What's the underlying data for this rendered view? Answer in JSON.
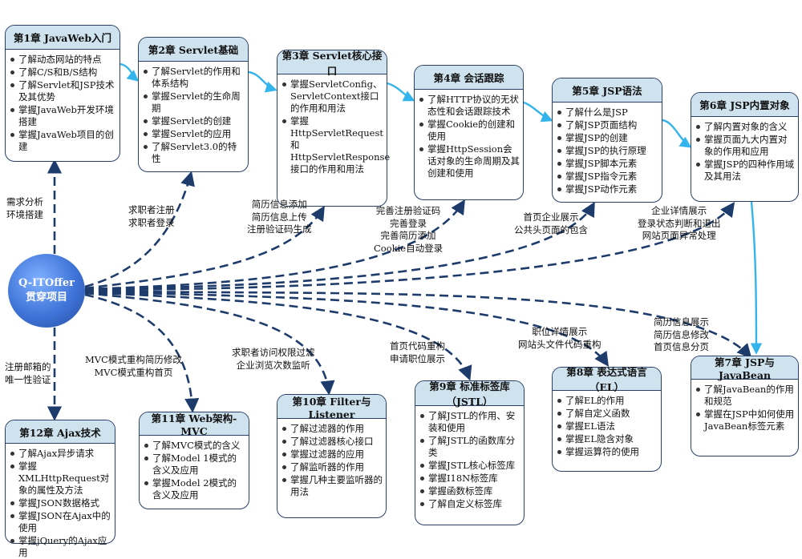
{
  "hub": {
    "line1": "Q-ITOffer",
    "line2": "贯穿项目"
  },
  "chapters": [
    {
      "title": "第1章  JavaWeb入门",
      "items": [
        "了解动态网站的特点",
        "了解C/S和B/S结构",
        "了解Servlet和JSP技术及其优势",
        "掌握JavaWeb开发环境搭建",
        "掌握JavaWeb项目的创建"
      ]
    },
    {
      "title": "第2章  Servlet基础",
      "items": [
        "了解Servlet的作用和体系结构",
        "掌握Servlet的生命周期",
        "掌握Servlet的创建",
        "掌握Servlet的应用",
        "了解Servlet3.0的特性"
      ]
    },
    {
      "title": "第3章  Servlet核心接口",
      "items": [
        "掌握ServletConfig、ServletContext接口的作用和用法",
        "掌握HttpServletRequest和HttpServletResponse接口的作用和用法"
      ]
    },
    {
      "title": "第4章  会话跟踪",
      "items": [
        "了解HTTP协议的无状态性和会话跟踪技术",
        "掌握Cookie的创建和使用",
        "掌握HttpSession会话对象的生命周期及其创建和使用"
      ]
    },
    {
      "title": "第5章  JSP语法",
      "items": [
        "了解什么是JSP",
        "了解JSP页面结构",
        "掌握JSP的创建",
        "掌握JSP的执行原理",
        "掌握JSP脚本元素",
        "掌握JSP指令元素",
        "掌握JSP动作元素"
      ]
    },
    {
      "title": "第6章  JSP内置对象",
      "items": [
        "了解内置对象的含义",
        "掌握页面九大内置对象的作用和应用",
        "掌握JSP的四种作用域及其用法"
      ]
    },
    {
      "title": "第7章  JSP与JavaBean",
      "items": [
        "了解JavaBean的作用和规范",
        "掌握在JSP中如何使用JavaBean标签元素"
      ]
    },
    {
      "title": "第8章  表达式语言（EL）",
      "items": [
        "了解EL的作用",
        "了解自定义函数",
        "掌握EL语法",
        "掌握EL隐含对象",
        "掌握运算符的使用"
      ]
    },
    {
      "title": "第9章  标准标签库（JSTL）",
      "items": [
        "了解JSTL的作用、安装和使用",
        "了解JSTL的函数库分类",
        "掌握JSTL核心标签库",
        "掌握I18N标签库",
        "掌握函数标签库",
        "了解自定义标签库"
      ]
    },
    {
      "title": "第10章  Filter与Listener",
      "items": [
        "了解过滤器的作用",
        "了解过滤器核心接口",
        "掌握过滤器的应用",
        "了解监听器的作用",
        "掌握几种主要监听器的用法"
      ]
    },
    {
      "title": "第11章  Web架构-MVC",
      "items": [
        "了解MVC模式的含义",
        "了解Model 1模式的含义及应用",
        "掌握Model 2模式的含义及应用"
      ]
    },
    {
      "title": "第12章  Ajax技术",
      "items": [
        "了解Ajax异步请求",
        "掌握XMLHttpRequest对象的属性及方法",
        "掌握JSON数据格式",
        "掌握JSON在Ajax中的使用",
        "掌握jQuery的Ajax应用"
      ]
    }
  ],
  "annotations": {
    "a1": [
      "需求分析",
      "环境搭建"
    ],
    "a2": [
      "求职者注册",
      "求职者登录"
    ],
    "a3": [
      "简历信息添加",
      "简历信息上传",
      "注册验证码生成"
    ],
    "a4": [
      "完善注册验证码",
      "完善登录",
      "完善简历添加",
      "Cookie自动登录"
    ],
    "a5": [
      "首页企业展示",
      "公共头页面的包含"
    ],
    "a6": [
      "企业详情展示",
      "登录状态判断和退出",
      "网站页面异常处理"
    ],
    "a7": [
      "简历信息展示",
      "简历信息修改",
      "首页信息分页"
    ],
    "a8": [
      "职位详情展示",
      "网站头文件代码重构"
    ],
    "a9": [
      "首页代码重构",
      "申请职位展示"
    ],
    "a10": [
      "求职者访问权限过滤",
      "企业浏览次数监听"
    ],
    "a11": [
      "MVC模式重构简历修改",
      "MVC模式重构首页"
    ],
    "a12": [
      "注册邮箱的",
      "唯一性验证"
    ]
  },
  "colors": {
    "header": "#cfe3ef",
    "dashed": "#1d3b6b",
    "flow_arrow": "#33b4ec",
    "hub": "#3f74d8"
  }
}
